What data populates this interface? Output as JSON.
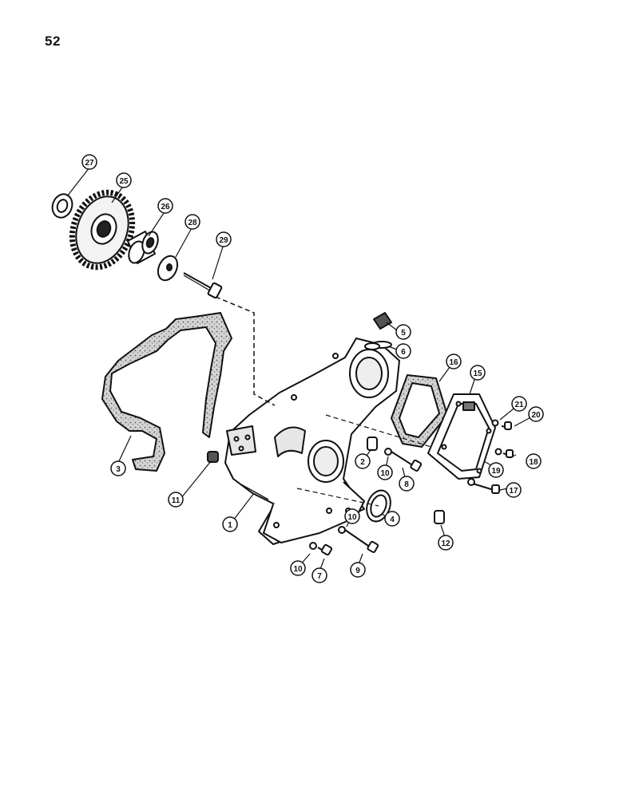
{
  "page_number": "52",
  "colors": {
    "ink": "#111111",
    "paper": "#ffffff",
    "gasket_fill": "#c9c9c9"
  },
  "callouts": {
    "c1": "1",
    "c2": "2",
    "c3": "3",
    "c4": "4",
    "c5": "5",
    "c6": "6",
    "c7": "7",
    "c8": "8",
    "c9": "9",
    "c10a": "10",
    "c10b": "10",
    "c10c": "10",
    "c11": "11",
    "c12": "12",
    "c15": "15",
    "c16": "16",
    "c17": "17",
    "c18": "18",
    "c19": "19",
    "c20": "20",
    "c21": "21",
    "c25": "25",
    "c26": "26",
    "c27": "27",
    "c28": "28",
    "c29": "29"
  }
}
